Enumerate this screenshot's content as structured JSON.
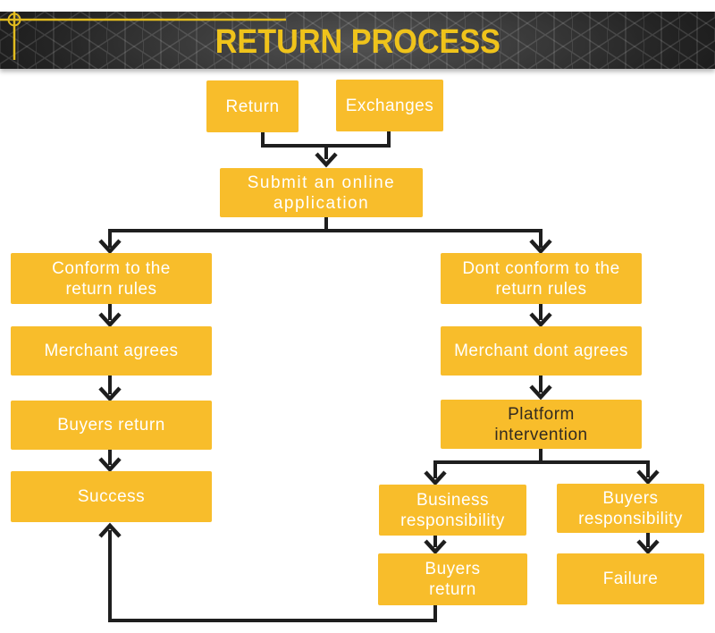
{
  "header": {
    "title": "RETURN PROCESS"
  },
  "colors": {
    "node_fill": "#F8BD2B",
    "node_text_light": "#FFFFFF",
    "node_text_dark": "#332B20",
    "connector": "#1E1E1E",
    "title_text": "#EFC31B",
    "accent_line": "#E2BC1F",
    "page_bg": "#FFFFFF"
  },
  "flowchart": {
    "nodes": {
      "return": {
        "label": "Return"
      },
      "exchanges": {
        "label": "Exchanges"
      },
      "submit": {
        "label": "Submit an online application"
      },
      "conform": {
        "label": "Conform to the return rules"
      },
      "merchant_agrees": {
        "label": "Merchant agrees"
      },
      "buyers_return": {
        "label": "Buyers return"
      },
      "success": {
        "label": "Success"
      },
      "dont_conform": {
        "label": "Dont conform to the return rules"
      },
      "merchant_dont_agrees": {
        "label": "Merchant dont agrees"
      },
      "platform_intervention": {
        "label": "Platform intervention"
      },
      "business_responsibility": {
        "label": "Business responsibility"
      },
      "buyers_responsibility": {
        "label": "Buyers responsibility"
      },
      "buyers_return_2": {
        "label": "Buyers return"
      },
      "failure": {
        "label": "Failure"
      }
    }
  }
}
